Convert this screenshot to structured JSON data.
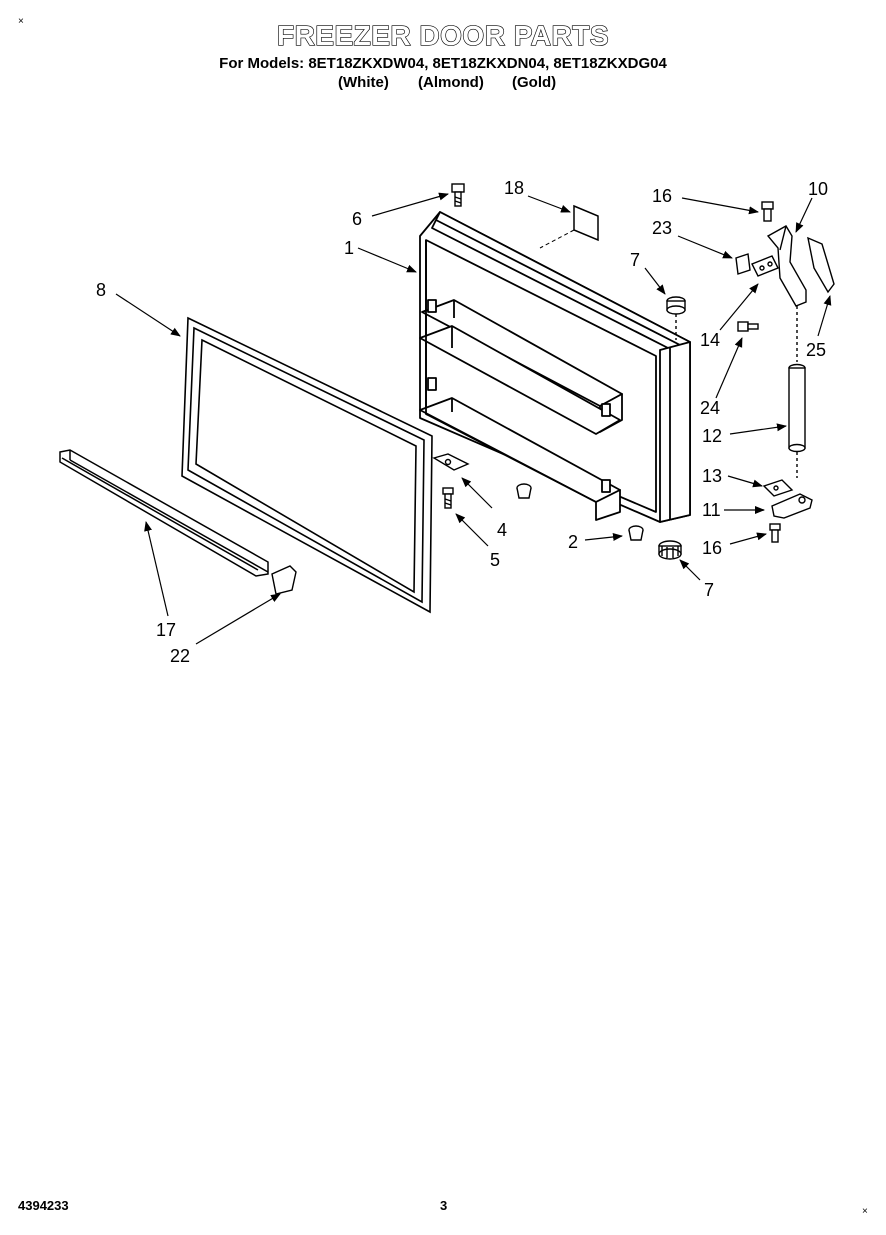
{
  "header": {
    "title": "FREEZER DOOR PARTS",
    "models_line": "For Models: 8ET18ZKXDW04, 8ET18ZKXDN04, 8ET18ZKXDG04",
    "variant_white": "(White)",
    "variant_almond": "(Almond)",
    "variant_gold": "(Gold)"
  },
  "corner_marks": {
    "top_left": "×",
    "bottom_right": "×"
  },
  "footer": {
    "doc_number": "4394233",
    "page_number": "3"
  },
  "callouts": {
    "door_assembly": "1",
    "door_stop_2": "2",
    "hinge_plate_4": "4",
    "screw_5": "5",
    "screw_6": "6",
    "plug_7_top": "7",
    "plug_7_bottom": "7",
    "gasket_8": "8",
    "hinge_10": "10",
    "hinge_11": "11",
    "bracket_12": "12",
    "shim_13": "13",
    "shim_14": "14",
    "screw_16_top": "16",
    "screw_16_bottom": "16",
    "handle_17": "17",
    "label_18": "18",
    "end_cap_22": "22",
    "cover_23": "23",
    "screw_24": "24",
    "cover_25": "25"
  }
}
